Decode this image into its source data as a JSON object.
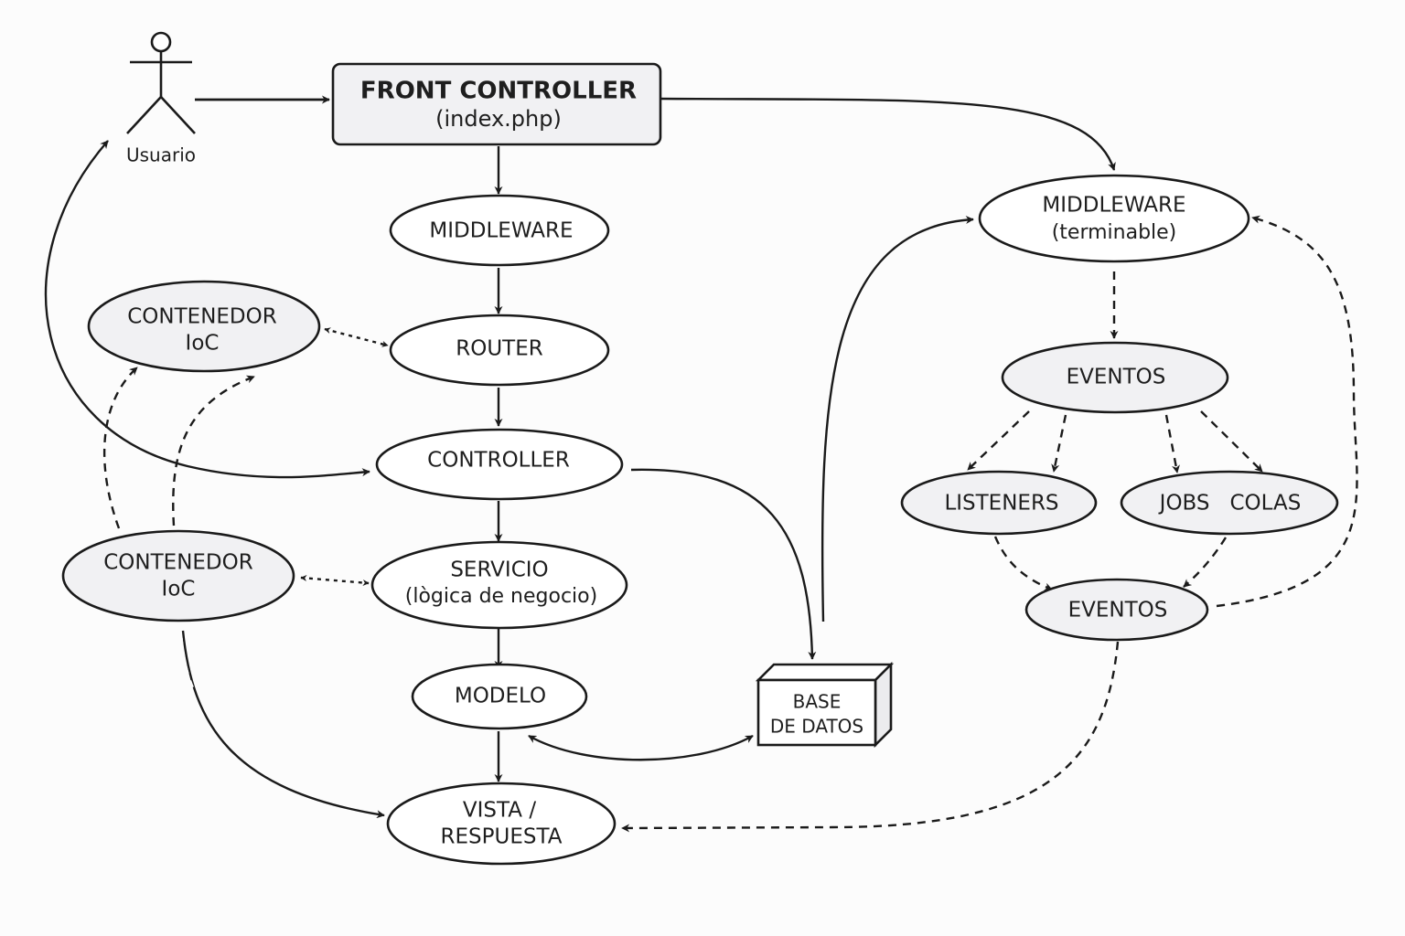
{
  "diagram": {
    "actor": {
      "label": "Usuario"
    },
    "front_controller": {
      "title": "FRONT CONTROLLER",
      "subtitle": "(index.php)"
    },
    "middleware": {
      "label": "MIDDLEWARE"
    },
    "router": {
      "label": "ROUTER"
    },
    "controller": {
      "label": "CONTROLLER"
    },
    "servicio": {
      "title": "SERVICIO",
      "subtitle": "(lògica de negocio)"
    },
    "modelo": {
      "label": "MODELO"
    },
    "vista": {
      "line1": "VISTA /",
      "line2": "RESPUESTA"
    },
    "contenedor_top": {
      "line1": "CONTENEDOR",
      "line2": "IoC"
    },
    "contenedor_bottom": {
      "line1": "CONTENEDOR",
      "line2": "IoC"
    },
    "base_datos": {
      "line1": "BASE",
      "line2": "DE DATOS"
    },
    "middleware_terminable": {
      "title": "MIDDLEWARE",
      "subtitle": "(terminable)"
    },
    "eventos_top": {
      "label": "EVENTOS"
    },
    "listeners": {
      "label": "LISTENERS"
    },
    "jobs_colas": {
      "label": "JOBS   COLAS"
    },
    "eventos_bottom": {
      "label": "EVENTOS"
    }
  }
}
